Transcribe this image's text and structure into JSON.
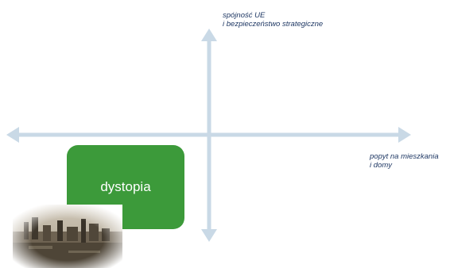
{
  "diagram": {
    "y_axis_label": [
      "spójność UE",
      "i bezpieczeństwo strategiczne"
    ],
    "x_axis_label": [
      "popyt na mieszkania",
      "i domy"
    ],
    "quadrant_box": {
      "label": "dystopia",
      "color": "#3c9a3a"
    },
    "axis_color": "#c9d9e6",
    "label_color": "#1f3864",
    "photo": {
      "icon": "city-skyline-image"
    }
  }
}
